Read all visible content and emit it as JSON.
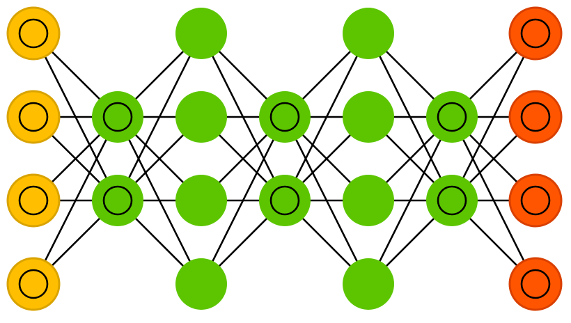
{
  "colors": {
    "input_fill": "#FFBF00",
    "input_stroke": "#D9A300",
    "hidden_fill": "#5CC500",
    "output_fill": "#FF5500",
    "output_stroke": "#D94000",
    "edge": "#000000"
  },
  "layers": [
    {
      "role": "input",
      "nodes": 4,
      "ringed": true
    },
    {
      "role": "hidden",
      "nodes": 2,
      "ringed": true
    },
    {
      "role": "hidden",
      "nodes": 4,
      "ringed": false
    },
    {
      "role": "hidden",
      "nodes": 2,
      "ringed": true
    },
    {
      "role": "hidden",
      "nodes": 4,
      "ringed": false
    },
    {
      "role": "hidden",
      "nodes": 2,
      "ringed": true
    },
    {
      "role": "output",
      "nodes": 4,
      "ringed": true
    }
  ]
}
